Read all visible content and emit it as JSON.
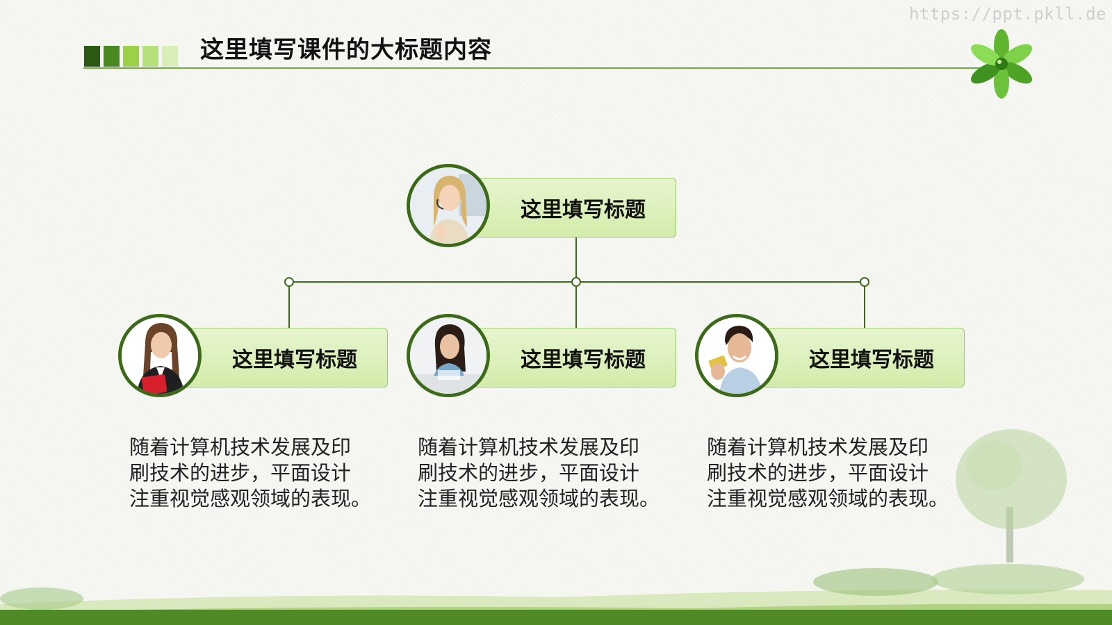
{
  "watermark": "https://ppt.pkll.de",
  "header": {
    "title": "这里填写课件的大标题内容",
    "squares": [
      "#2c5a12",
      "#4b8a21",
      "#9ad146",
      "#b6e07a",
      "#d8efb6"
    ]
  },
  "org": {
    "top": {
      "label": "这里填写标题",
      "avatar": "woman-headset-avatar"
    },
    "children": [
      {
        "label": "这里填写标题",
        "avatar": "woman-red-folder-avatar",
        "description": [
          "随着计算机技术发展及印",
          "刷技术的进步，平面设计",
          "注重视觉感观领域的表现。"
        ]
      },
      {
        "label": "这里填写标题",
        "avatar": "woman-thinking-avatar",
        "description": [
          "随着计算机技术发展及印",
          "刷技术的进步，平面设计",
          "注重视觉感观领域的表现。"
        ]
      },
      {
        "label": "这里填写标题",
        "avatar": "man-card-avatar",
        "description": [
          "随着计算机技术发展及印",
          "刷技术的进步，平面设计",
          "注重视觉感观领域的表现。"
        ]
      }
    ]
  },
  "colors": {
    "accent_dark": "#3c6a18",
    "accent": "#6fae3c",
    "box_fill": "#d8efb6"
  }
}
